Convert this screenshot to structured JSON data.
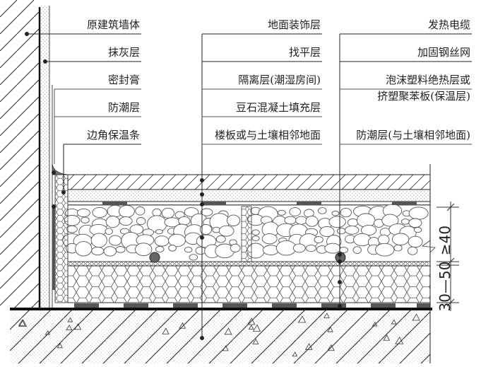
{
  "title": "发热电缆地面辐射供暖构造做法",
  "colors": {
    "line": "#222222",
    "insulation_strip": "#555555",
    "grey_line": "#777777"
  },
  "left_labels": [
    {
      "id": "original-wall",
      "text": "原建筑墙体"
    },
    {
      "id": "plaster-layer",
      "text": "抹灰层"
    },
    {
      "id": "sealant",
      "text": "密封膏"
    },
    {
      "id": "moisture-barrier",
      "text": "防潮层"
    },
    {
      "id": "edge-insulation-strip",
      "text": "边角保温条"
    }
  ],
  "middle_labels": [
    {
      "id": "floor-finish-layer",
      "text": "地面装饰层"
    },
    {
      "id": "leveling-layer",
      "text": "找平层"
    },
    {
      "id": "isolation-layer",
      "text": "隔离层(潮湿房间)"
    },
    {
      "id": "pea-gravel-concrete-fill",
      "text": "豆石混凝土填充层"
    },
    {
      "id": "slab-or-ground",
      "text": "楼板或与土壤相邻地面"
    }
  ],
  "right_labels": [
    {
      "id": "heating-cable",
      "text": "发热电缆"
    },
    {
      "id": "reinforcing-wire-mesh",
      "text": "加固钢丝网"
    },
    {
      "id": "foam-insulation-line1",
      "text": "泡沫塑料绝热层或"
    },
    {
      "id": "foam-insulation-line2",
      "text": "挤塑聚苯板(保温层)"
    },
    {
      "id": "moisture-barrier-ground",
      "text": "防潮层(与土壤相邻地面)"
    }
  ],
  "dimensions": {
    "fill_layer": "≥40",
    "insulation_layer": "30—50"
  }
}
